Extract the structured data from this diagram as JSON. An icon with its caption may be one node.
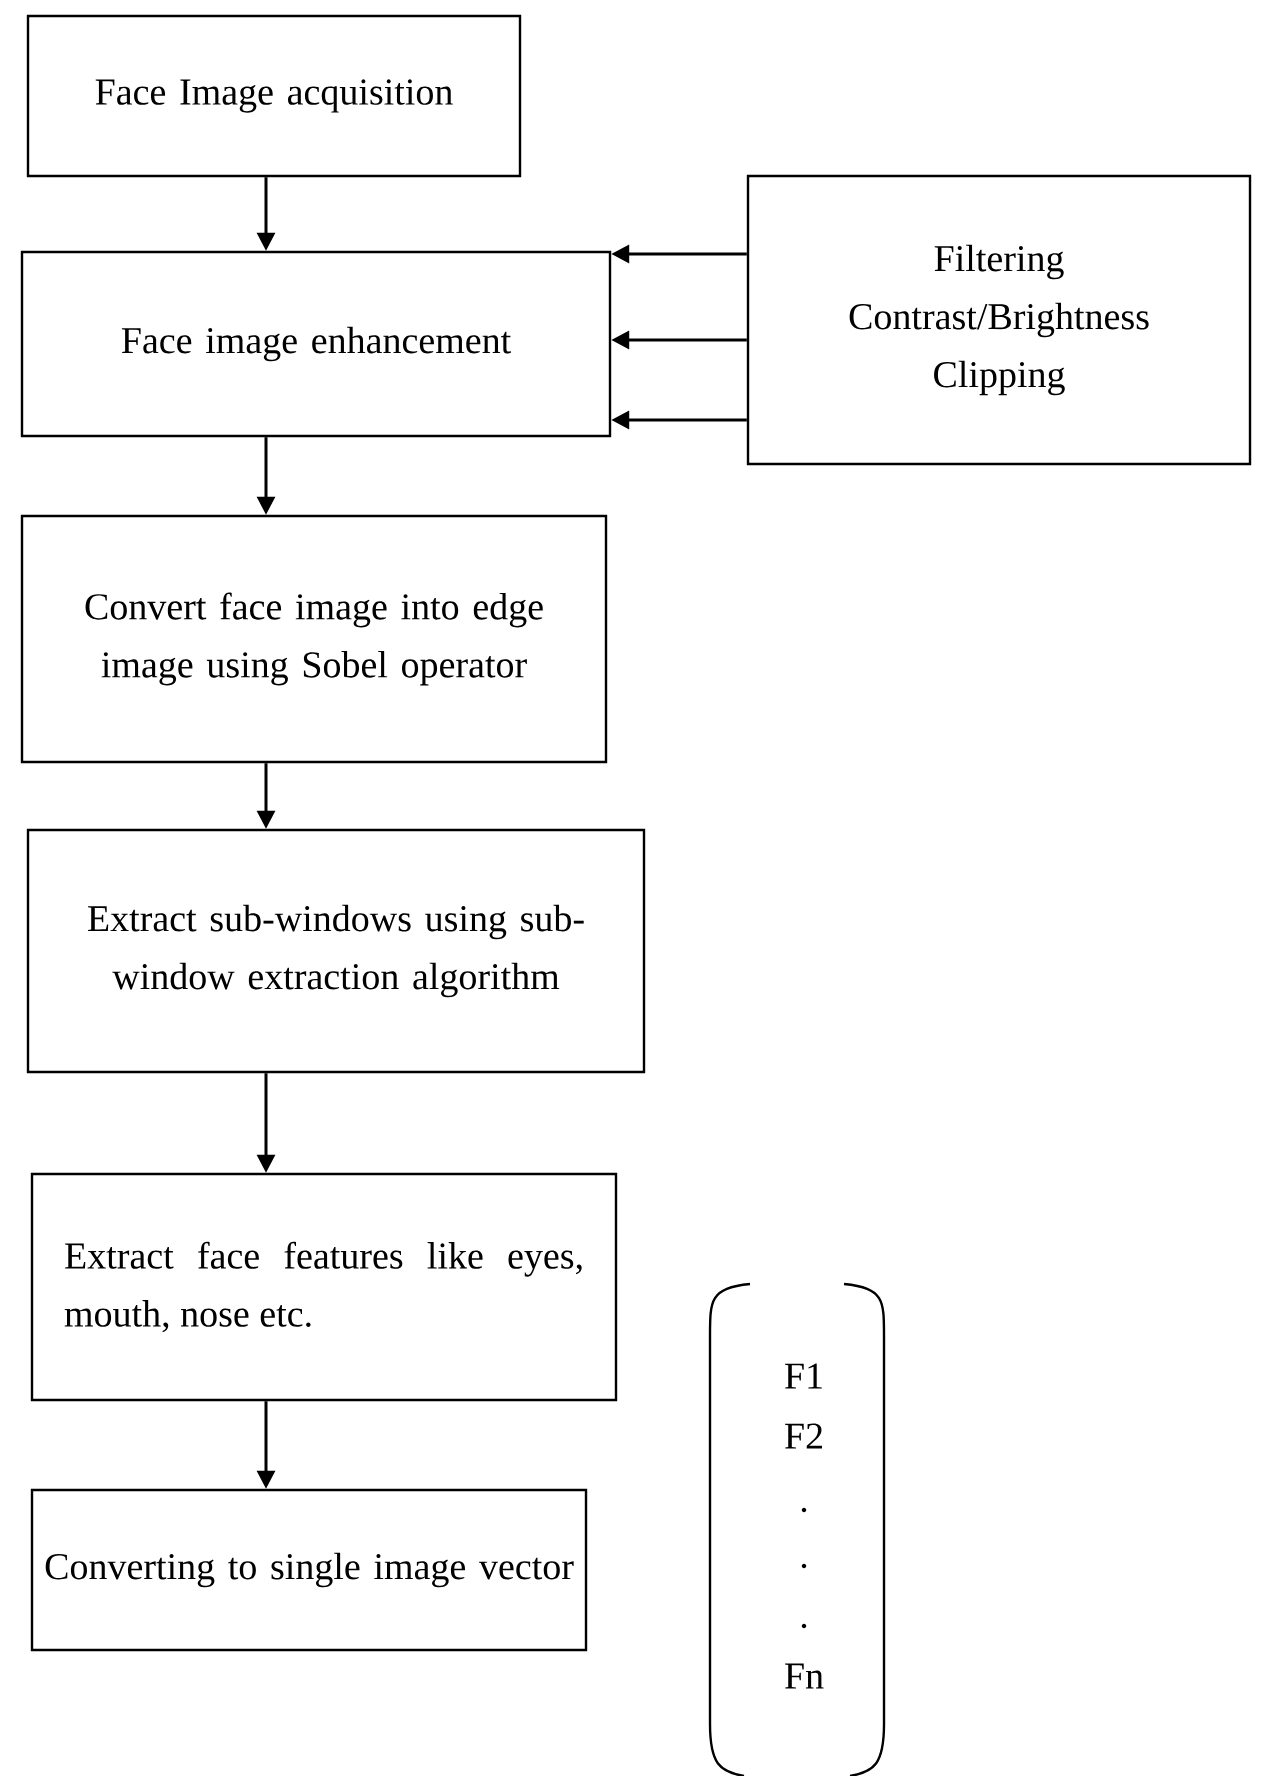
{
  "diagram": {
    "nodes": [
      {
        "text": [
          "Face Image acquisition"
        ]
      },
      {
        "text": [
          "Face image enhancement"
        ]
      },
      {
        "text": [
          "Filtering",
          "Contrast/Brightness",
          "Clipping"
        ]
      },
      {
        "text": [
          "Convert face image into edge image using Sobel operator"
        ]
      },
      {
        "text": [
          "Extract sub-windows using sub-window extraction algorithm"
        ]
      },
      {
        "text": [
          "Extract face features like eyes, mouth, nose etc."
        ]
      },
      {
        "text": [
          "Converting to single image vector"
        ]
      }
    ],
    "edges": [
      {
        "from": 0,
        "to": 1,
        "arrow": "to"
      },
      {
        "from": 2,
        "to": 1,
        "arrow": "to"
      },
      {
        "from": 2,
        "to": 1,
        "arrow": "to"
      },
      {
        "from": 2,
        "to": 1,
        "arrow": "to"
      },
      {
        "from": 1,
        "to": 3,
        "arrow": "to"
      },
      {
        "from": 3,
        "to": 4,
        "arrow": "to"
      },
      {
        "from": 4,
        "to": 5,
        "arrow": "to"
      },
      {
        "from": 5,
        "to": 6,
        "arrow": "to"
      }
    ],
    "labels": [
      "F1",
      "F2",
      ".",
      ".",
      ".",
      "Fn"
    ]
  }
}
